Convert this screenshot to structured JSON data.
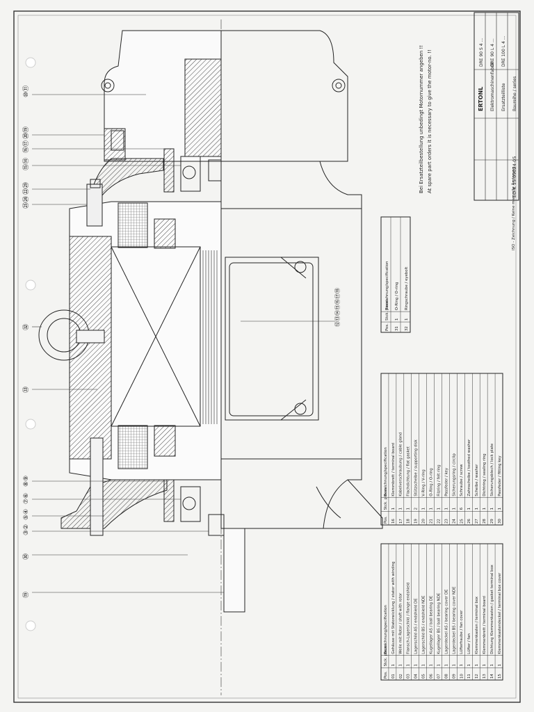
{
  "callouts_top": [
    "⑩⑪",
    "⑳⑲",
    "⑯⑰",
    "⑮⑭",
    "㉒㉙",
    "㉕㉔"
  ],
  "callouts_bottom": [
    "⑧⑨",
    "⑦⑥",
    "⑤④",
    "③②",
    "㉚",
    "⑲"
  ],
  "callout_mid": [
    "㉜",
    "㉝"
  ],
  "center_ring_label": "⑫⑬⑭⑮⑯⑰⑱",
  "parts_table_1": {
    "header": [
      "Pos.",
      "Stck. pieces",
      "Bezeichnung/specification"
    ],
    "rows": [
      [
        "01",
        "1",
        "Gehäuse mit Statorwicklung / stator with winding"
      ],
      [
        "02",
        "1",
        "Welle mit Rotor / shaft with rotor"
      ],
      [
        "03",
        "1",
        "Flansch-Lagerschild / flange endshield"
      ],
      [
        "04",
        "1",
        "Lagerschild AS / endshield DE"
      ],
      [
        "05",
        "1",
        "Lagerschild BS / endshield NDE"
      ],
      [
        "06",
        "1",
        "Kugellager AS / ball bearing DE"
      ],
      [
        "07",
        "1",
        "Kugellager BS / ball bearing NDE"
      ],
      [
        "08",
        "1",
        "Lagerdeckel AS / bearing cover DE"
      ],
      [
        "09",
        "1",
        "Lagerdeckel BS / bearing cover NDE"
      ],
      [
        "10",
        "1",
        "Lüfterhaube / fan cover"
      ],
      [
        "11",
        "1",
        "Lüfter / fan"
      ],
      [
        "12",
        "1",
        "Klemmenkasten / terminal box"
      ],
      [
        "13",
        "1",
        "Klemmenbrett / terminal board"
      ],
      [
        "14",
        "1",
        "Dichtung Klemmenkasten / gasket terminal box"
      ],
      [
        "15",
        "1",
        "Klemmenkastendeckel / terminal box cover"
      ]
    ]
  },
  "parts_table_2": {
    "header": [
      "Pos.",
      "Stck. pieces",
      "Bezeichnung/specification"
    ],
    "rows": [
      [
        "16",
        "1",
        "Klemmbrett / terminal board"
      ],
      [
        "17",
        "1",
        "Kabelverschraubung / cable gland"
      ],
      [
        "18",
        "1",
        "Flachdichtung / flat gasket"
      ],
      [
        "19",
        "2",
        "Stützscheibe / supporting disk"
      ],
      [
        "20",
        "1",
        "V-Ring / V-ring"
      ],
      [
        "21",
        "1",
        "O-Ring / O-ring"
      ],
      [
        "22",
        "1",
        "Filzring / felt ring"
      ],
      [
        "23",
        "1",
        "Passfeder / key"
      ],
      [
        "24",
        "1",
        "Sicherungsring / circlip"
      ],
      [
        "25",
        "6",
        "Schraube / screw"
      ],
      [
        "26",
        "1",
        "Zahnscheibe / toothed washer"
      ],
      [
        "27",
        "1",
        "Scheibe / washer"
      ],
      [
        "28",
        "1",
        "Dichtring / sealing ring"
      ],
      [
        "29",
        "1",
        "Sicherungsblech / lock plate"
      ],
      [
        "30",
        "1",
        "Passfeder / fitting key"
      ]
    ]
  },
  "parts_table_3": {
    "header": [
      "Pos.",
      "Stck. pieces",
      "Bezeichnung/specification"
    ],
    "rows": [
      [
        "31",
        "1",
        "O-Ring / O-ring"
      ],
      [
        "32",
        "1",
        "Ringschraube / eyebolt"
      ]
    ]
  },
  "order_note": [
    "Bei Ersatzteilbestellung unbedingt Motornummer angeben !!",
    "At spare part orders it is necessary to give the motor-no. !!"
  ],
  "title_block": {
    "company": "ERTONL",
    "company_sub": "Elektromaschinenfabrik",
    "title": "Ersatzteilliste",
    "subtitle": "Baureihe / series",
    "drawing_no": "ED-K 15.09024-05",
    "types": [
      "DRE 90 S 4 ...",
      "DRE 90 L 4 ...",
      "DRE 100 L 4 ..."
    ],
    "footer": "ISO - Zeichnung / Keine manuelle Änderung"
  },
  "colors": {
    "paper": "#f4f4f2",
    "ink": "#222222",
    "hatch": "#444444"
  }
}
